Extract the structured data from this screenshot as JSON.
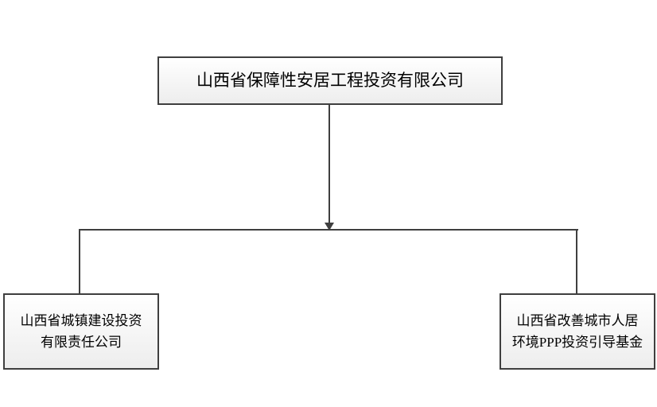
{
  "diagram": {
    "type": "org-chart",
    "parent": {
      "label": "山西省保障性安居工程投资有限公司"
    },
    "children": [
      {
        "lines": [
          "山西省城镇建设投资",
          "有限责任公司"
        ]
      },
      {
        "lines": [
          "山西省改善城市人居",
          "环境PPP投资引导基金"
        ]
      }
    ]
  },
  "colors": {
    "node_border": "#3f3f3f",
    "line_color": "#3f3f3f",
    "node_fill_top": "#ffffff",
    "node_fill_bottom": "#ededed",
    "text_color": "#000000",
    "background": "#ffffff"
  }
}
